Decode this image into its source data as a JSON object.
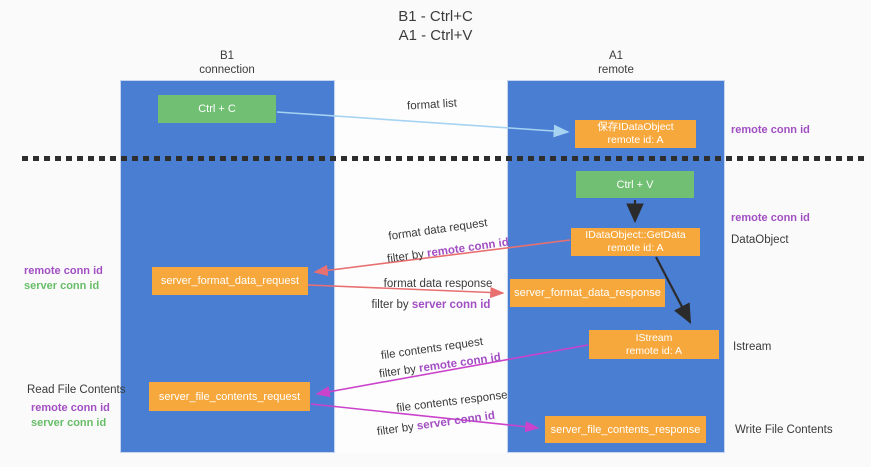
{
  "title": {
    "line1": "B1 - Ctrl+C",
    "line2": "A1 - Ctrl+V"
  },
  "columns": {
    "left": {
      "name": "B1",
      "role": "connection"
    },
    "right": {
      "name": "A1",
      "role": "remote"
    }
  },
  "boxes": {
    "ctrl_c": {
      "label": "Ctrl + C"
    },
    "save_idataobject": {
      "line1": "保存IDataObject",
      "line2": "remote id: A"
    },
    "ctrl_v": {
      "label": "Ctrl + V"
    },
    "idataobject_getdata": {
      "line1": "IDataObject::GetData",
      "line2": "remote id: A"
    },
    "server_format_data_request": {
      "label": "server_format_data_request"
    },
    "server_format_data_response": {
      "label": "server_format_data_response"
    },
    "istream": {
      "line1": "IStream",
      "line2": "remote id: A"
    },
    "server_file_contents_request": {
      "label": "server_file_contents_request"
    },
    "server_file_contents_response": {
      "label": "server_file_contents_response"
    }
  },
  "arrow_labels": {
    "format_list": "format list",
    "format_data_request": "format data request",
    "format_data_response": "format data response",
    "file_contents_request": "file contents request",
    "file_contents_response": "file contents response",
    "filter_by": "filter by ",
    "remote_conn_id": "remote conn id",
    "server_conn_id": "server conn id"
  },
  "side_labels": {
    "left_top": {
      "remote": "remote conn id",
      "server": "server conn id"
    },
    "left_bottom": {
      "title": "Read File Contents",
      "remote": "remote conn id",
      "server": "server conn id"
    },
    "right": {
      "remote_conn_id_top": "remote conn id",
      "remote_conn_id_mid": "remote conn id",
      "dataobject": "DataObject",
      "istream": "Istream",
      "write_file_contents": "Write File Contents"
    }
  },
  "colors": {
    "column_blue": "#4a7ed3",
    "box_green": "#70bf73",
    "box_orange": "#f7a83c",
    "arrow_red": "#e97070",
    "arrow_magenta": "#cb43cb",
    "arrow_lightblue": "#a6d3f2",
    "arrow_black": "#2b2b2b",
    "text_purple": "#a24fc4",
    "text_green": "#68bd68",
    "divider_black": "#2e2e2e"
  }
}
